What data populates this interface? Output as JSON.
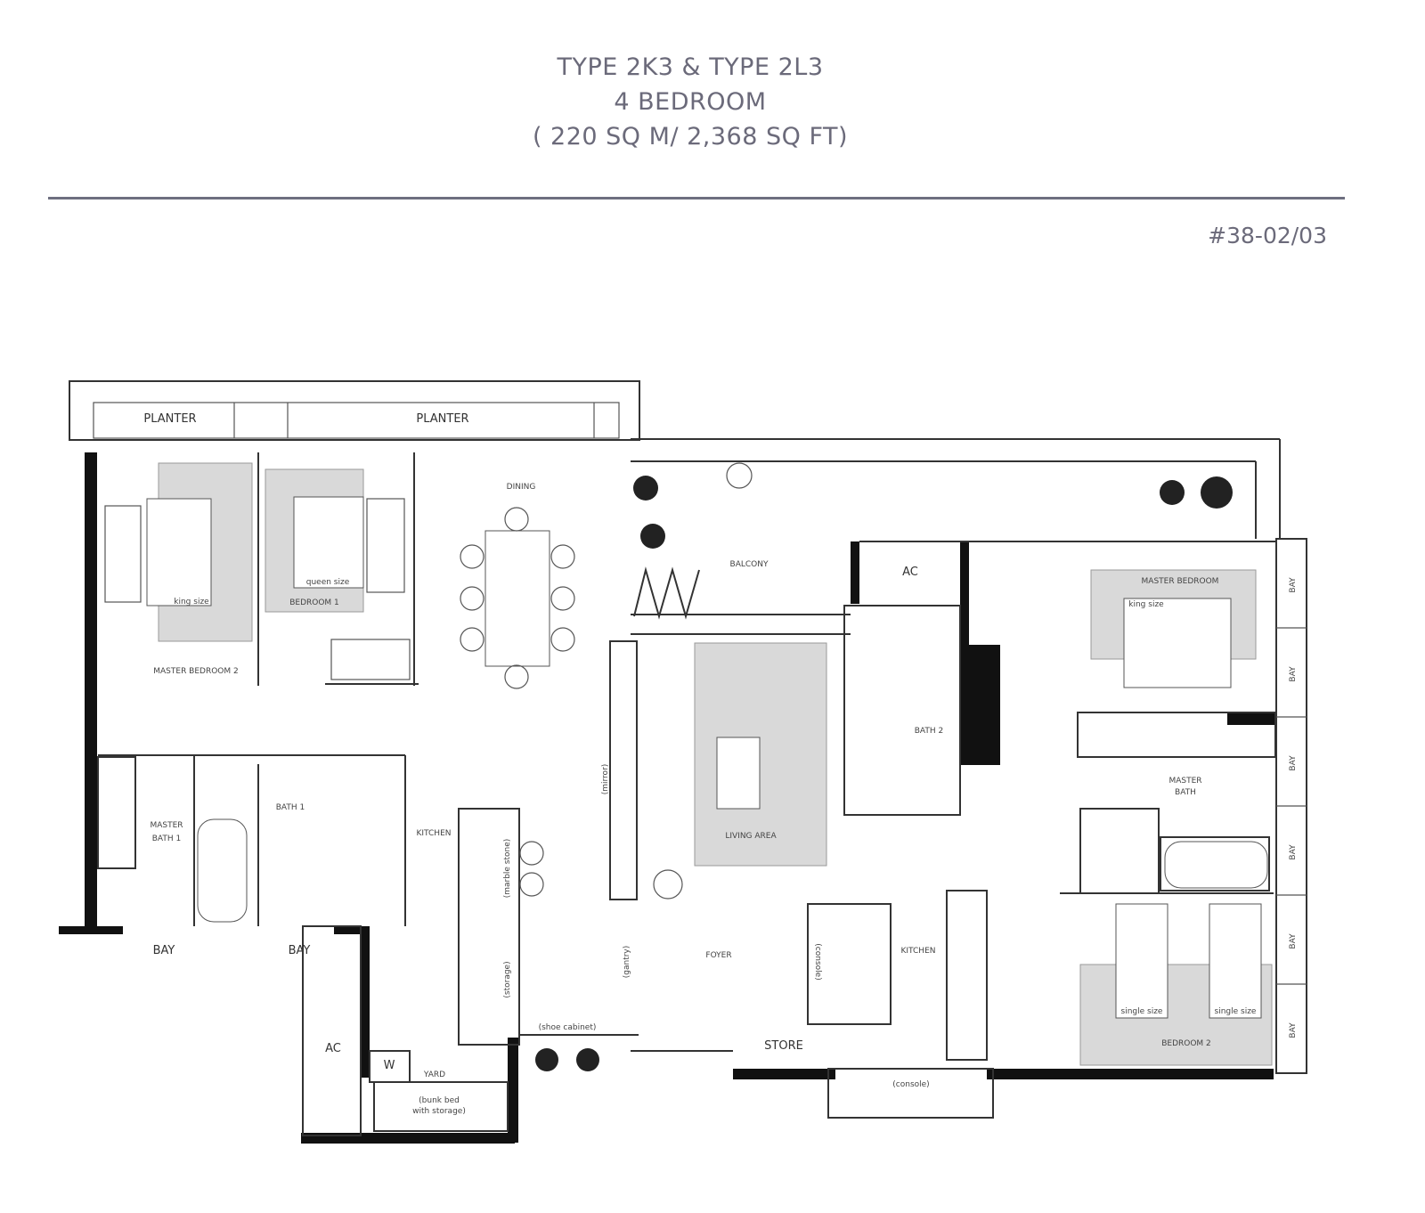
{
  "header": {
    "line1": "TYPE 2K3 & TYPE 2L3",
    "line2": "4 BEDROOM",
    "line3": "( 220 SQ M/ 2,368 SQ FT)",
    "unit_number": "#38-02/03"
  },
  "plan": {
    "planter_left": "PLANTER",
    "planter_right": "PLANTER",
    "dining": "DINING",
    "king_size_1": "king size",
    "queen_size": "queen size",
    "bedroom_1": "BEDROOM 1",
    "master_bedroom_2": "MASTER BEDROOM 2",
    "master_bath_1_a": "MASTER",
    "master_bath_1_b": "BATH 1",
    "bath_1": "BATH 1",
    "kitchen_left": "KITCHEN",
    "marble_stone": "(marble stone)",
    "mirror": "(mirror)",
    "storage": "(storage)",
    "gantry": "(gantry)",
    "bay_left_1": "BAY",
    "bay_left_2": "BAY",
    "ac_left": "AC",
    "w": "W",
    "yard": "YARD",
    "bunk_bed_a": "(bunk bed",
    "bunk_bed_b": "with storage)",
    "shoe_cabinet": "(shoe cabinet)",
    "balcony": "BALCONY",
    "living_area": "LIVING AREA",
    "foyer": "FOYER",
    "console_1": "(console)",
    "store": "STORE",
    "kitchen_right": "KITCHEN",
    "console_2": "(console)",
    "ac_right": "AC",
    "bath_2": "BATH 2",
    "master_bedroom": "MASTER BEDROOM",
    "king_size_2": "king size",
    "master_bath_a": "MASTER",
    "master_bath_b": "BATH",
    "single_size_1": "single size",
    "single_size_2": "single size",
    "bedroom_2": "BEDROOM 2",
    "bay_right": [
      "BAY",
      "BAY",
      "BAY",
      "BAY",
      "BAY",
      "BAY"
    ]
  }
}
